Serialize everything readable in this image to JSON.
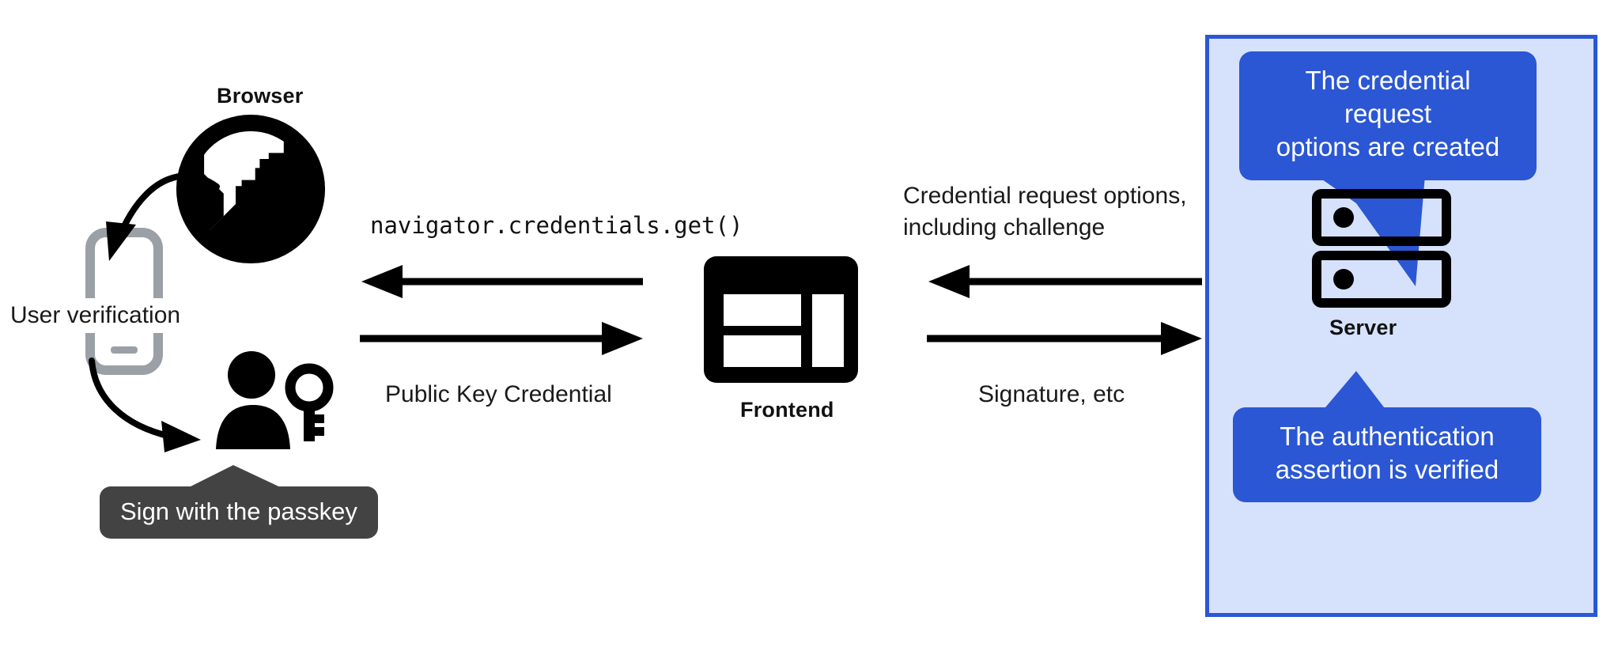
{
  "diagram": {
    "title": "WebAuthn passkey authentication flow",
    "colors": {
      "panel_fill": "#d6e2fb",
      "panel_border": "#2b57d4",
      "callout_blue": "#2b57d4",
      "tooltip_dark": "#434343",
      "icon_black": "#000000",
      "phone_gray": "#9aa0a6",
      "background": "#ffffff"
    }
  },
  "browser": {
    "label": "Browser",
    "icon": "globe-icon"
  },
  "phone": {
    "icon": "smartphone-icon",
    "label": "User verification"
  },
  "user": {
    "icon": "person-with-key-icon",
    "tooltip": "Sign with the passkey"
  },
  "frontend": {
    "label": "Frontend",
    "icon": "dashboard-layout-icon"
  },
  "server": {
    "label": "Server",
    "icon": "server-racks-icon",
    "callout_top": {
      "line1": "The credential request",
      "line2": "options are created"
    },
    "callout_bottom": {
      "line1": "The authentication",
      "line2": "assertion is verified"
    }
  },
  "flows": {
    "browser_to_frontend_top": "navigator.credentials.get()",
    "browser_to_frontend_bottom": "Public Key Credential",
    "server_to_frontend_top_line1": "Credential request options,",
    "server_to_frontend_top_line2": "including challenge",
    "server_to_frontend_bottom": "Signature, etc"
  }
}
